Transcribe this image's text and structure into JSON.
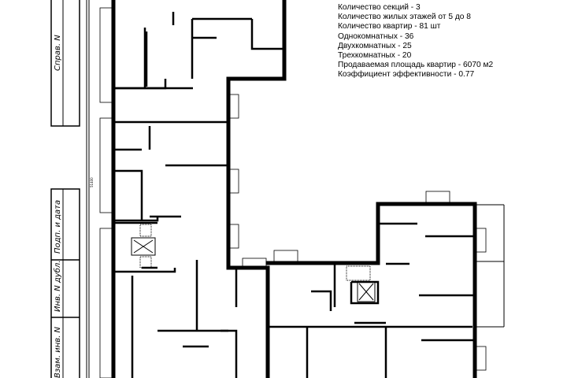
{
  "stamp": {
    "ref_no": "Справ. N",
    "sign_date": "Подп. и дата",
    "dup_inv": "Инв. N дубл.",
    "replace_inv": "Взам. инв. N"
  },
  "dimension": "51400",
  "notes": [
    "Количество секций - 3",
    "Количество жилых этажей от 5 до 8",
    "Количество квартир - 81 шт",
    "Однокомнатных - 36",
    "Двухкомнатных - 25",
    "Трехкомнатных - 20",
    "Продаваемая площадь квартир - 6070 м2",
    "Коэффициент эффективности - 0.77"
  ]
}
